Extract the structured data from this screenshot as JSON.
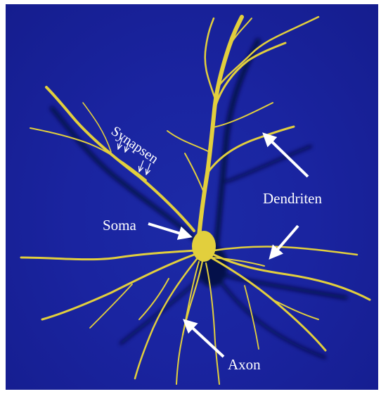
{
  "image": {
    "background_color": "#1a24a0",
    "neuron_color": "#e2cf3d",
    "shadow_color": "#05083a",
    "label_color": "#ffffff"
  },
  "labels": {
    "synapsen": "Synapsen",
    "dendriten": "Dendriten",
    "soma": "Soma",
    "axon": "Axon"
  }
}
